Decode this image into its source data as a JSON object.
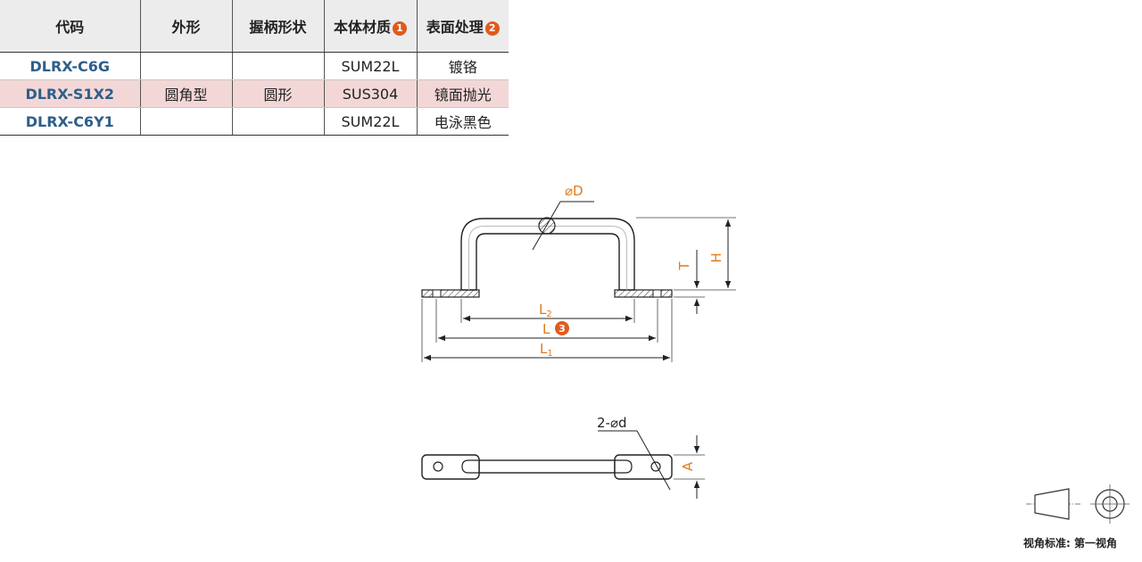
{
  "table": {
    "headers": [
      {
        "label": "代码",
        "badge": ""
      },
      {
        "label": "外形",
        "badge": ""
      },
      {
        "label": "握柄形状",
        "badge": ""
      },
      {
        "label": "本体材质",
        "badge": "1"
      },
      {
        "label": "表面处理",
        "badge": "2"
      }
    ],
    "rows": [
      {
        "code": "DLRX-C6G",
        "material": "SUM22L",
        "surface": "镀铬"
      },
      {
        "code": "DLRX-S1X2",
        "material": "SUS304",
        "surface": "镜面抛光"
      },
      {
        "code": "DLRX-C6Y1",
        "material": "SUM22L",
        "surface": "电泳黑色"
      }
    ],
    "shape": "圆角型",
    "grip_shape": "圆形"
  },
  "drawing": {
    "label_diameter": "⌀D",
    "label_T": "T",
    "label_H": "H",
    "label_L2": "L",
    "label_L2_sub": "2",
    "label_L": "L",
    "label_L_badge": "3",
    "label_L1": "L",
    "label_L1_sub": "1",
    "label_hole": "2-⌀d",
    "label_A": "A"
  },
  "legend": {
    "text": "视角标准: 第一视角"
  },
  "colors": {
    "dimension": "#e07a1c",
    "code": "#2e5f8a",
    "badge": "#e05a1c",
    "highlight": "#f3d7d7"
  }
}
